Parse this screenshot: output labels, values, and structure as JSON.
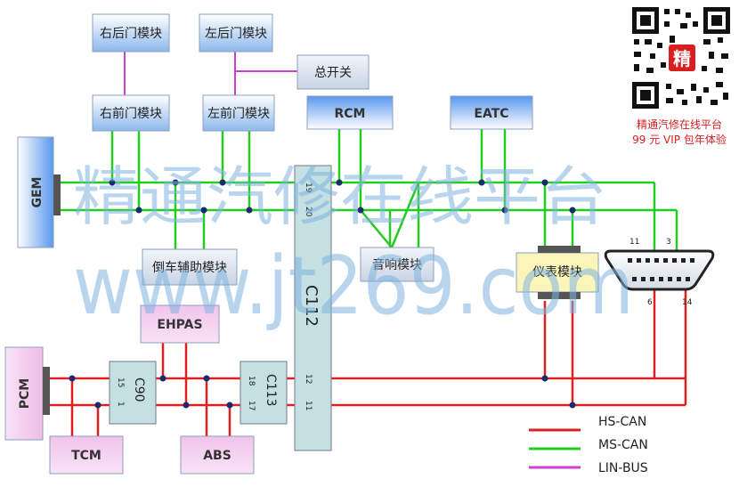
{
  "modules": {
    "rr_door": "右后门模块",
    "lr_door": "左后门模块",
    "master_switch": "总开关",
    "rf_door": "右前门模块",
    "lf_door": "左前门模块",
    "rcm": "RCM",
    "eatc": "EATC",
    "gem": "GEM",
    "parking_aid": "倒车辅助模块",
    "audio": "音响模块",
    "cluster": "仪表模块",
    "ehpas": "EHPAS",
    "pcm": "PCM",
    "tcm": "TCM",
    "abs": "ABS",
    "c112": "C112",
    "c90": "C90",
    "c113": "C113"
  },
  "pins": {
    "c112_19": "19",
    "c112_20": "20",
    "c112_12": "12",
    "c112_11": "11",
    "c90_15": "15",
    "c90_1": "1",
    "c113_18": "18",
    "c113_17": "17",
    "dlc_11": "11",
    "dlc_3": "3",
    "dlc_6": "6",
    "dlc_14": "14"
  },
  "legend": {
    "hs_can": "HS-CAN",
    "ms_can": "MS-CAN",
    "lin_bus": "LIN-BUS"
  },
  "colors": {
    "hs_can": "#e02020",
    "ms_can": "#22cc22",
    "lin_bus": "#d040d0"
  },
  "watermark": {
    "line1": "精通汽修在线平台",
    "line2": "www.jt269.com"
  },
  "sidebar": {
    "qr_badge": "精",
    "line1": "精通汽修在线平台",
    "line2": "99 元 VIP 包年体验"
  }
}
